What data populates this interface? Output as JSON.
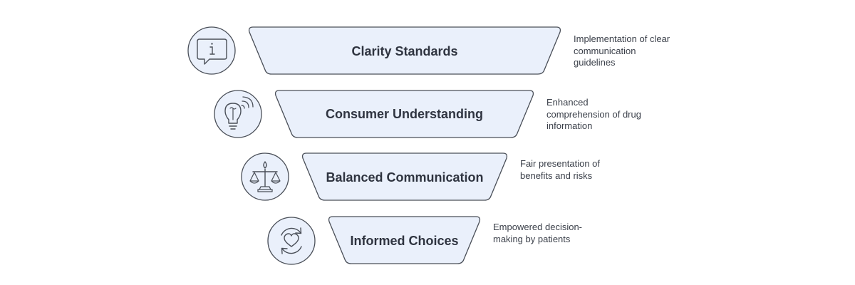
{
  "colors": {
    "band_fill": "#eaf0fb",
    "band_stroke": "#4a4f58",
    "icon_fill": "#eaf0fb",
    "icon_stroke": "#4a4f58",
    "text": "#2f3440",
    "description_text": "#3b404a"
  },
  "levels": [
    {
      "title": "Clarity Standards",
      "icon": "info-speech-bubble-icon",
      "description": [
        "Implementation of clear",
        "communication",
        "guidelines"
      ]
    },
    {
      "title": "Consumer Understanding",
      "icon": "lightbulb-wifi-icon",
      "description": [
        "Enhanced",
        "comprehension of drug",
        "information"
      ]
    },
    {
      "title": "Balanced Communication",
      "icon": "balance-scale-icon",
      "description": [
        "Fair presentation of",
        "benefits and risks"
      ]
    },
    {
      "title": "Informed Choices",
      "icon": "heart-refresh-icon",
      "description": [
        "Empowered decision-",
        "making by patients"
      ]
    }
  ]
}
